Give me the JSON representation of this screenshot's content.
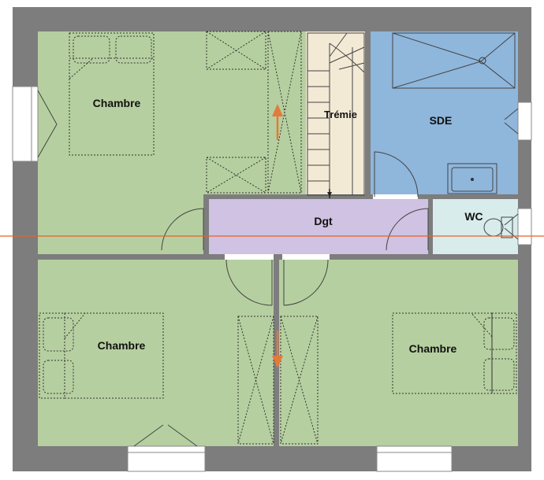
{
  "rooms": {
    "chambre_top": "Chambre",
    "tremie": "Trémie",
    "sde": "SDE",
    "dgt": "Dgt",
    "wc": "WC",
    "chambre_bottom_left": "Chambre",
    "chambre_bottom_right": "Chambre"
  },
  "colors": {
    "wall": "#7d7d7d",
    "bedroom": "#b6cfa0",
    "bathroom": "#8fb6db",
    "hallway": "#cfc2e2",
    "wc": "#d8ecec",
    "stair": "#f3ead6",
    "guide_line": "#e5622a",
    "arrow": "#e27a3b"
  }
}
